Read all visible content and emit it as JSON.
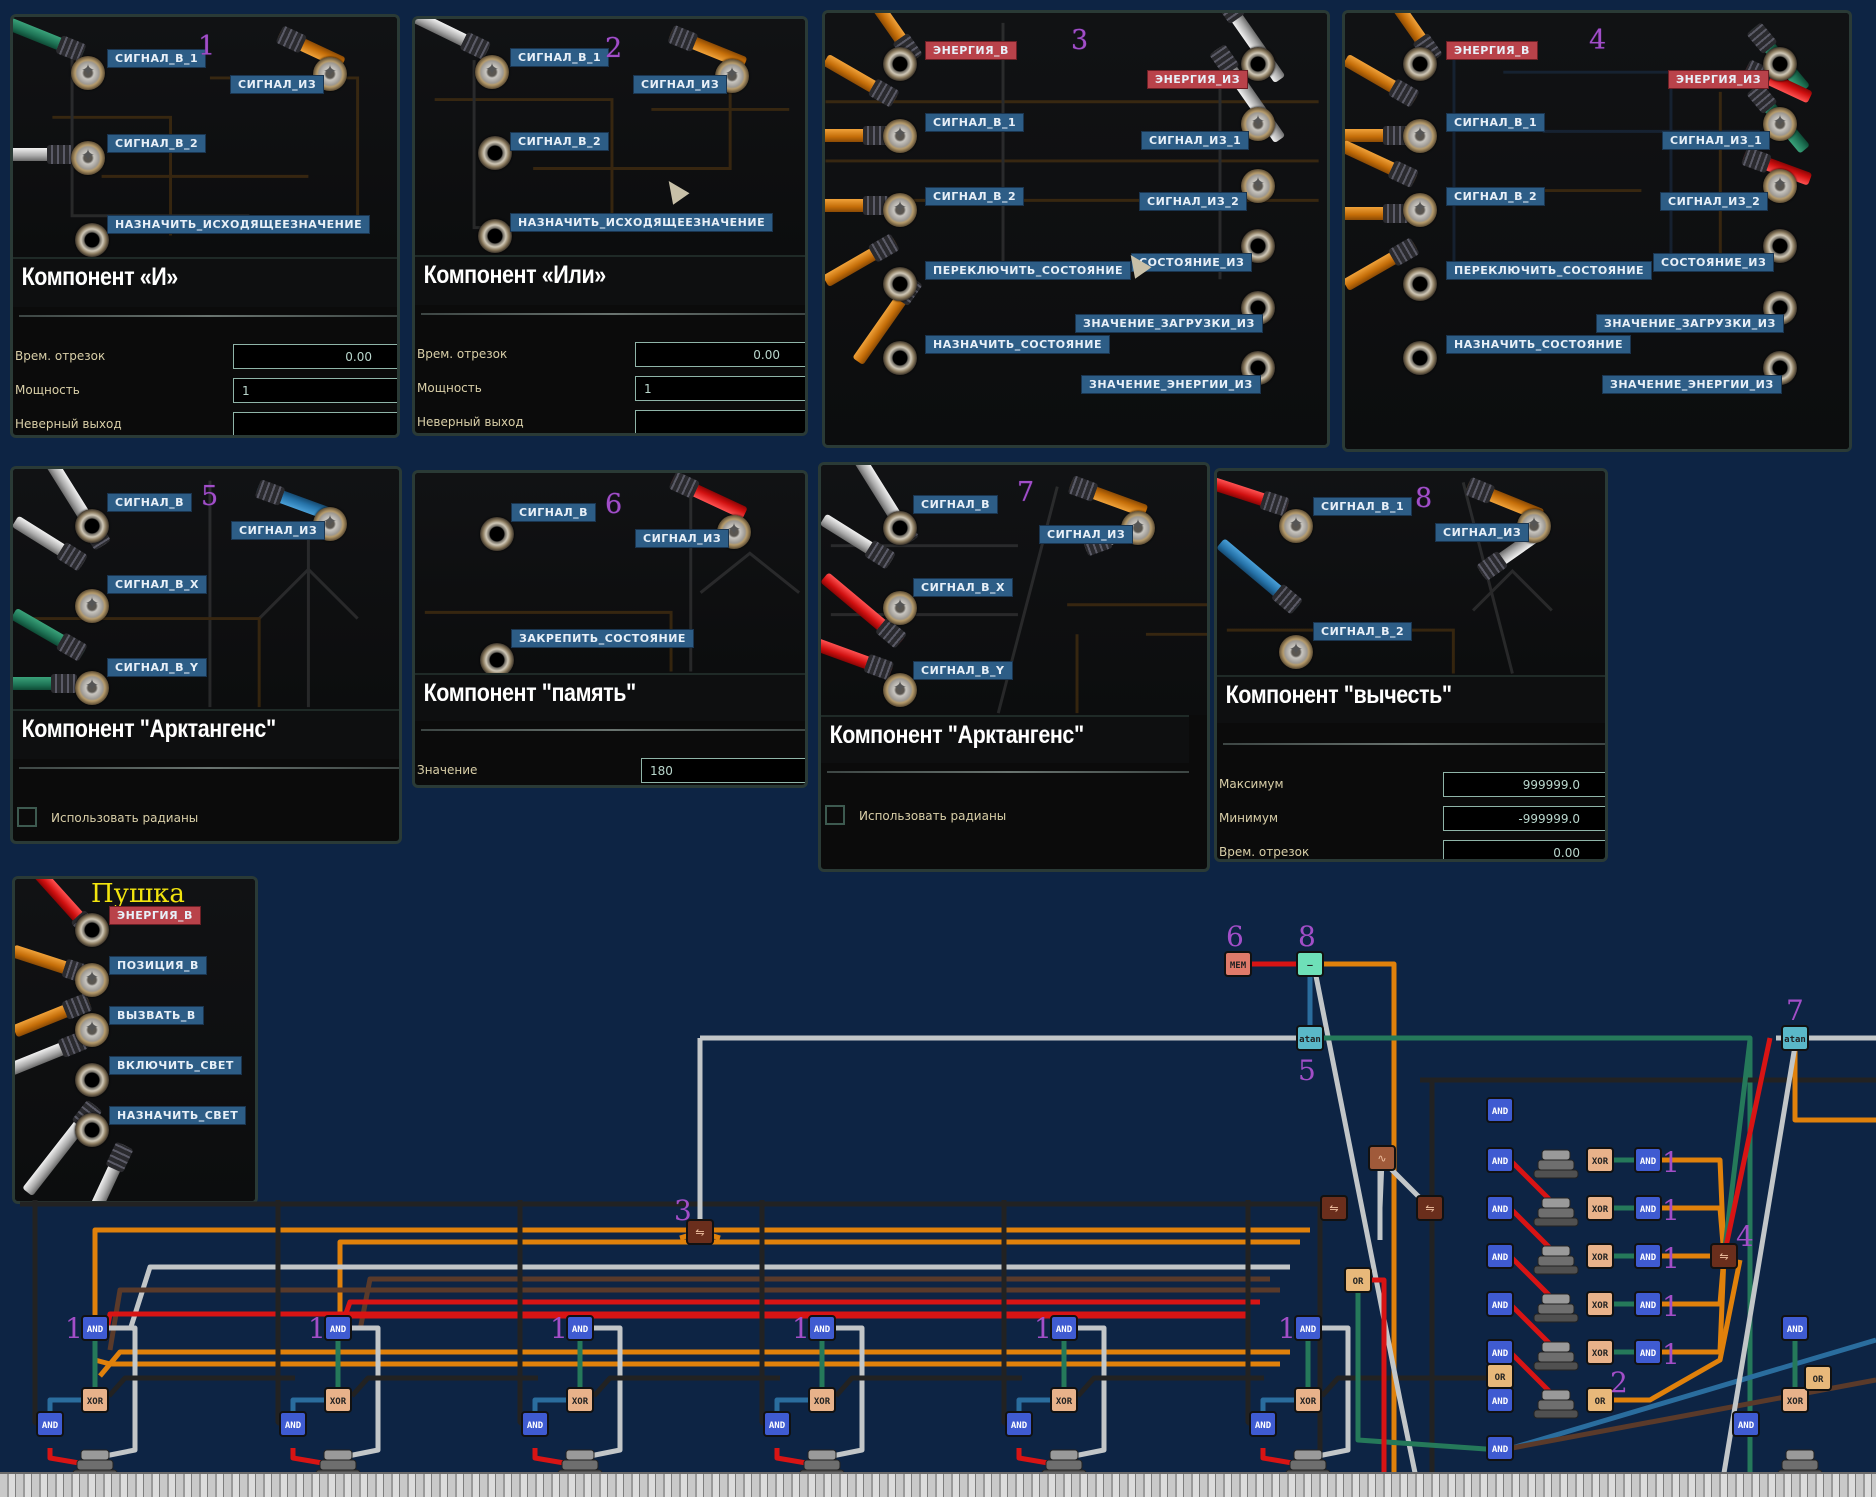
{
  "colors": {
    "background": "#0d2444",
    "label_blue": "#2d5d86",
    "label_red": "#b9424a",
    "annotation": "#a24ec8",
    "pushka_title": "#f2e40e",
    "wire_orange": "#e0810b",
    "wire_white": "#c2c6c8",
    "wire_green": "#25795a",
    "wire_red": "#d81414",
    "wire_blue": "#2a6d9e",
    "wire_brown": "#5a3a2a",
    "wire_black": "#222222"
  },
  "panels": {
    "and": {
      "annotation": "1",
      "title": "Компонент «И»",
      "pins": [
        "СИГНАЛ_В_1",
        "СИГНАЛ_В_2",
        "НАЗНАЧИТЬ_ИСХОДЯЩЕЕЗНАЧЕНИЕ",
        "СИГНАЛ_ИЗ"
      ],
      "fields": [
        {
          "label": "Врем. отрезок",
          "value": "0.00"
        },
        {
          "label": "Мощность",
          "value": "1"
        },
        {
          "label": "Неверный выход",
          "value": ""
        }
      ]
    },
    "or": {
      "annotation": "2",
      "title": "Компонент «Или»",
      "pins": [
        "СИГНАЛ_В_1",
        "СИГНАЛ_В_2",
        "НАЗНАЧИТЬ_ИСХОДЯЩЕЕЗНАЧЕНИЕ",
        "СИГНАЛ_ИЗ"
      ],
      "fields": [
        {
          "label": "Врем. отрезок",
          "value": "0.00"
        },
        {
          "label": "Мощность",
          "value": "1"
        },
        {
          "label": "Неверный выход",
          "value": ""
        }
      ]
    },
    "relay_a": {
      "annotation": "3",
      "pins_left": [
        "ЭНЕРГИЯ_В",
        "СИГНАЛ_В_1",
        "СИГНАЛ_В_2",
        "ПЕРЕКЛЮЧИТЬ_СОСТОЯНИЕ",
        "НАЗНАЧИТЬ_СОСТОЯНИЕ"
      ],
      "pins_right": [
        "ЭНЕРГИЯ_ИЗ",
        "СИГНАЛ_ИЗ_1",
        "СИГНАЛ_ИЗ_2",
        "СОСТОЯНИЕ_ИЗ",
        "ЗНАЧЕНИЕ_ЗАГРУЗКИ_ИЗ",
        "ЗНАЧЕНИЕ_ЭНЕРГИИ_ИЗ"
      ]
    },
    "relay_b": {
      "annotation": "4",
      "pins_left": [
        "ЭНЕРГИЯ_В",
        "СИГНАЛ_В_1",
        "СИГНАЛ_В_2",
        "ПЕРЕКЛЮЧИТЬ_СОСТОЯНИЕ",
        "НАЗНАЧИТЬ_СОСТОЯНИЕ"
      ],
      "pins_right": [
        "ЭНЕРГИЯ_ИЗ",
        "СИГНАЛ_ИЗ_1",
        "СИГНАЛ_ИЗ_2",
        "СОСТОЯНИЕ_ИЗ",
        "ЗНАЧЕНИЕ_ЗАГРУЗКИ_ИЗ",
        "ЗНАЧЕНИЕ_ЭНЕРГИИ_ИЗ"
      ]
    },
    "atan_a": {
      "annotation": "5",
      "title": "Компонент \"Арктангенс\"",
      "pins": [
        "СИГНАЛ_В",
        "СИГНАЛ_В_X",
        "СИГНАЛ_В_Y",
        "СИГНАЛ_ИЗ"
      ],
      "checkbox_label": "Использовать радианы",
      "checkbox_checked": false
    },
    "memory": {
      "annotation": "6",
      "title": "Компонент \"память\"",
      "pins": [
        "СИГНАЛ_В",
        "ЗАКРЕПИТЬ_СОСТОЯНИЕ",
        "СИГНАЛ_ИЗ"
      ],
      "fields": [
        {
          "label": "Значение",
          "value": "180"
        }
      ]
    },
    "atan_b": {
      "annotation": "7",
      "title": "Компонент \"Арктангенс\"",
      "pins": [
        "СИГНАЛ_В",
        "СИГНАЛ_В_X",
        "СИГНАЛ_В_Y",
        "СИГНАЛ_ИЗ"
      ],
      "checkbox_label": "Использовать радианы",
      "checkbox_checked": false
    },
    "subtract": {
      "annotation": "8",
      "title": "Компонент \"вычесть\"",
      "pins": [
        "СИГНАЛ_В_1",
        "СИГНАЛ_В_2",
        "СИГНАЛ_ИЗ"
      ],
      "fields": [
        {
          "label": "Максимум",
          "value": "999999.0"
        },
        {
          "label": "Минимум",
          "value": "-999999.0"
        },
        {
          "label": "Врем. отрезок",
          "value": "0.00"
        }
      ]
    },
    "turret": {
      "title": "Пушка",
      "pins": [
        "ЭНЕРГИЯ_В",
        "ПОЗИЦИЯ_В",
        "ВЫЗВАТЬ_В",
        "ВКЛЮЧИТЬ_СВЕТ",
        "НАЗНАЧИТЬ_СВЕТ"
      ]
    }
  },
  "circuit": {
    "gate_labels": {
      "and": "AND",
      "xor": "XOR",
      "or": "OR",
      "mem": "MEM",
      "atan": "atan",
      "sub": "—"
    },
    "annotations": {
      "n1": "1",
      "n2": "2",
      "n3": "3",
      "n4": "4",
      "n5": "5",
      "n6": "6",
      "n7": "7",
      "n8": "8"
    }
  }
}
